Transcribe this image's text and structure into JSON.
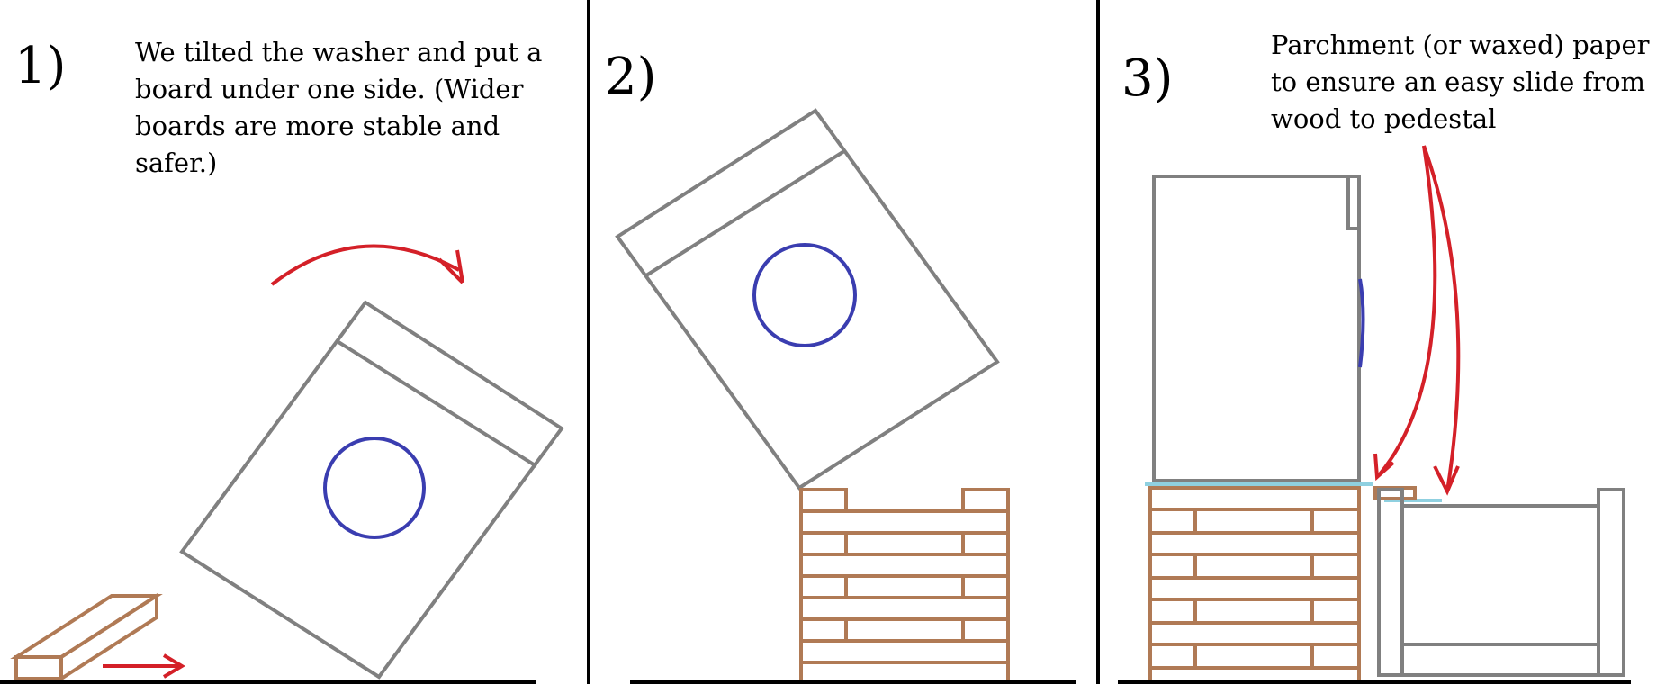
{
  "panels": [
    {
      "number": "1)",
      "caption": "We tilted the washer and put a board under one side.  (Wider boards are more stable and safer.)"
    },
    {
      "number": "2)",
      "caption": ""
    },
    {
      "number": "3)",
      "caption": "Parchment (or waxed) paper to ensure an easy slide from wood to pedestal"
    }
  ],
  "colors": {
    "washer": "#808080",
    "door": "#3a3db0",
    "wood": "#b07a55",
    "arrow": "#d42028",
    "paper": "#8fd0e0",
    "ground": "#000000"
  }
}
